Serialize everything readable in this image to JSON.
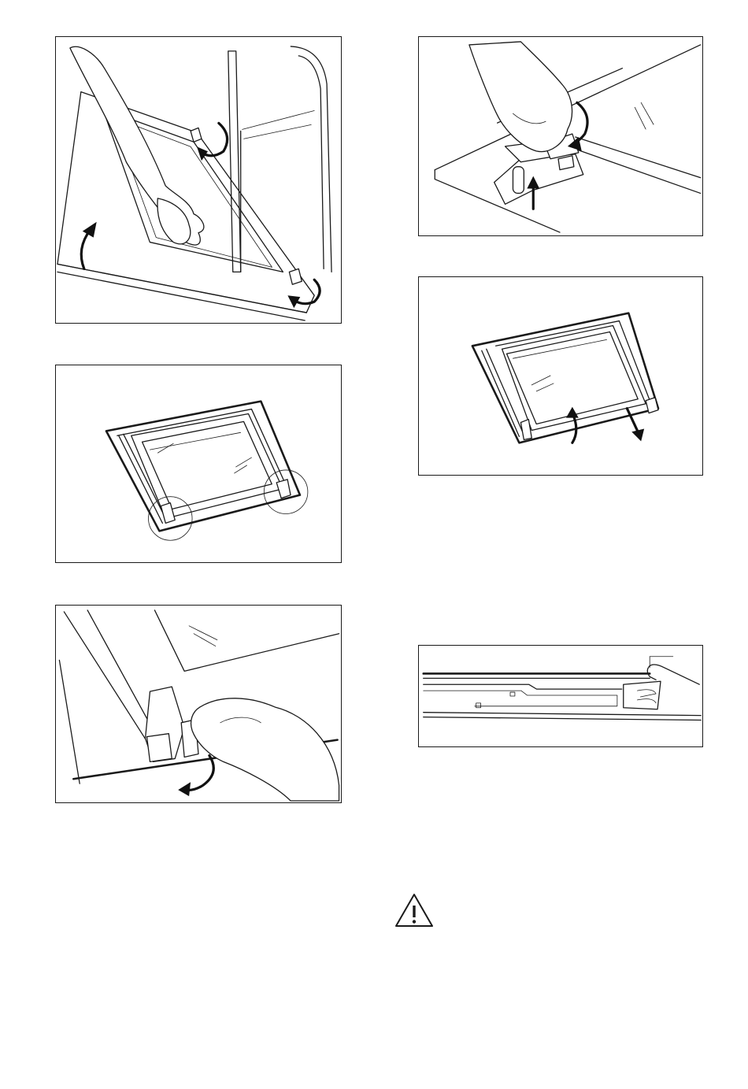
{
  "figures": [
    {
      "id": "fig-1",
      "name": "door-removal-hand-illustration"
    },
    {
      "id": "fig-2",
      "name": "door-hinges-circled-illustration"
    },
    {
      "id": "fig-3",
      "name": "hinge-clip-release-illustration"
    },
    {
      "id": "fig-4",
      "name": "hinge-lever-lift-illustration"
    },
    {
      "id": "fig-5",
      "name": "door-panel-lift-illustration"
    },
    {
      "id": "fig-6",
      "name": "glass-panel-seating-cross-section"
    }
  ],
  "warning": {
    "icon": "warning-triangle-icon"
  }
}
